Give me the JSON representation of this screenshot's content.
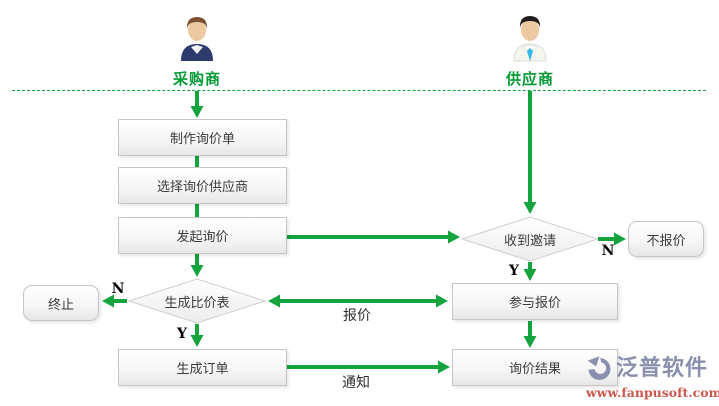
{
  "header": {
    "purchaser": "采购商",
    "supplier": "供应商"
  },
  "purchaser_lane": {
    "make_inquiry": "制作询价单",
    "select_supplier": "选择询价供应商",
    "initiate_inquiry": "发起询价",
    "compare_decision": "生成比价表",
    "terminate": "终止",
    "create_order": "生成订单"
  },
  "supplier_lane": {
    "invite_decision": "收到邀请",
    "decline_quote": "不报价",
    "join_quote": "参与报价",
    "inquiry_result": "询价结果"
  },
  "edge_labels": {
    "no_left": "N",
    "yes_left": "Y",
    "no_right": "N",
    "yes_right": "Y",
    "quote": "报价",
    "notify": "通知"
  },
  "watermark": {
    "brand": "泛普软件",
    "url": "www.fanpusoft.com"
  },
  "colors": {
    "green": "#14a33c",
    "lane_green": "#009934",
    "brand_blue": "#8a8fad",
    "brand_red": "#c9574e"
  }
}
